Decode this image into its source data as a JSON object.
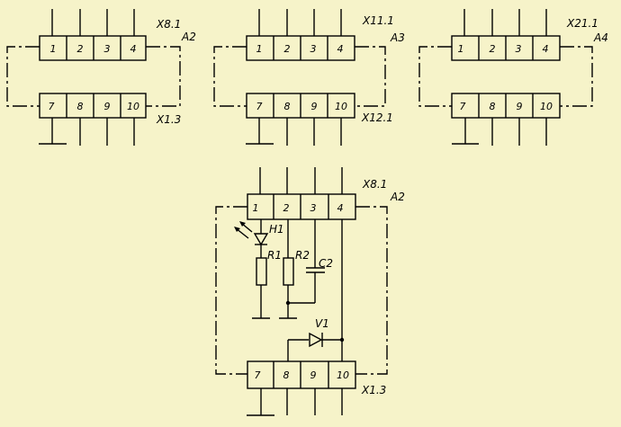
{
  "colors": {
    "background": "#f6f3c9",
    "ink": "#000000"
  },
  "top_blocks": [
    {
      "top_connector": "X8.1",
      "module": "A2",
      "bottom_connector": "X1.3",
      "top_pins": [
        "1",
        "2",
        "3",
        "4"
      ],
      "bottom_pins": [
        "7",
        "8",
        "9",
        "10"
      ]
    },
    {
      "top_connector": "X11.1",
      "module": "A3",
      "bottom_connector": "X12.1",
      "top_pins": [
        "1",
        "2",
        "3",
        "4"
      ],
      "bottom_pins": [
        "7",
        "8",
        "9",
        "10"
      ]
    },
    {
      "top_connector": "X21.1",
      "module": "A4",
      "bottom_connector": "",
      "top_pins": [
        "1",
        "2",
        "3",
        "4"
      ],
      "bottom_pins": [
        "7",
        "8",
        "9",
        "10"
      ]
    }
  ],
  "detail": {
    "top_connector": "X8.1",
    "module": "A2",
    "bottom_connector": "X1.3",
    "top_pins": [
      "1",
      "2",
      "3",
      "4"
    ],
    "bottom_pins": [
      "7",
      "8",
      "9",
      "10"
    ],
    "components": {
      "led": "H1",
      "resistor_1": "R1",
      "resistor_2": "R2",
      "capacitor": "C2",
      "diode": "V1"
    }
  }
}
